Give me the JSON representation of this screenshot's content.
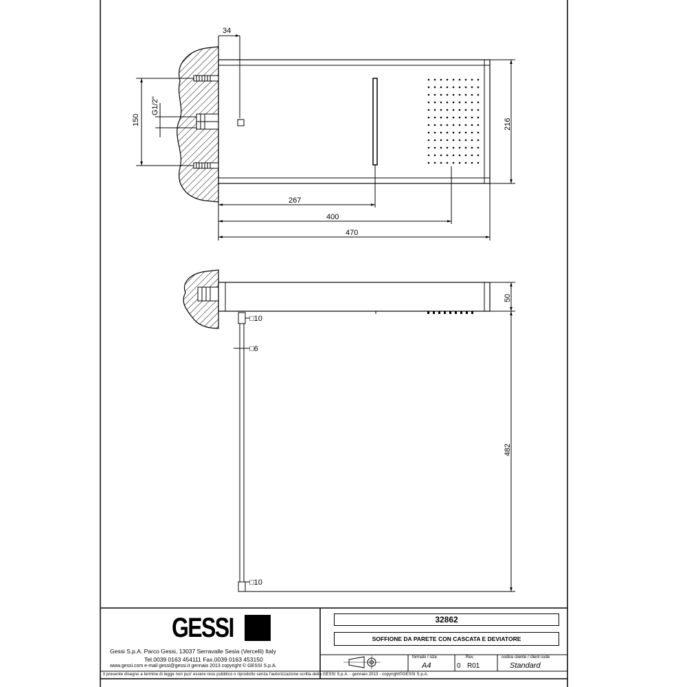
{
  "dimensions": {
    "d34": "34",
    "d150": "150",
    "thread": "G1/2\"",
    "d216": "216",
    "d267": "267",
    "d400": "400",
    "d470": "470",
    "d50": "50",
    "d482": "482",
    "sq10_top": "□10",
    "sq6": "□6",
    "sq10_bottom": "□10"
  },
  "title_block": {
    "logo_text": "GESSI",
    "company_line": "Gessi S.p.A. Parco Gessi, 13037 Serravalle Sesia (Vercelli) Italy",
    "phone_line": "Tel.0039 0163 454111 Fax.0039 0163 453150",
    "web_line": "www.gessi.com  e-mail gessi@gessi.it   gennaio 2013   copyright © GESSI S.p.A.",
    "code": "32862",
    "description": "SOFFIONE DA PARETE CON CASCATA E DEVIATORE",
    "format_label": "formato / size",
    "format_value": "A4",
    "rev_label": "Rev.",
    "rev_number": "0",
    "rev_value": "R01",
    "client_label": "codice cliente / client code",
    "client_value": "Standard",
    "footer": "Il presente disegno a termine di legge non puo' essere reso pubblico o riprodotto senza l'autorizzazione scritta della GESSI S.p.A. - gennaio 2013 - copyright©GESSI S.p.A."
  }
}
